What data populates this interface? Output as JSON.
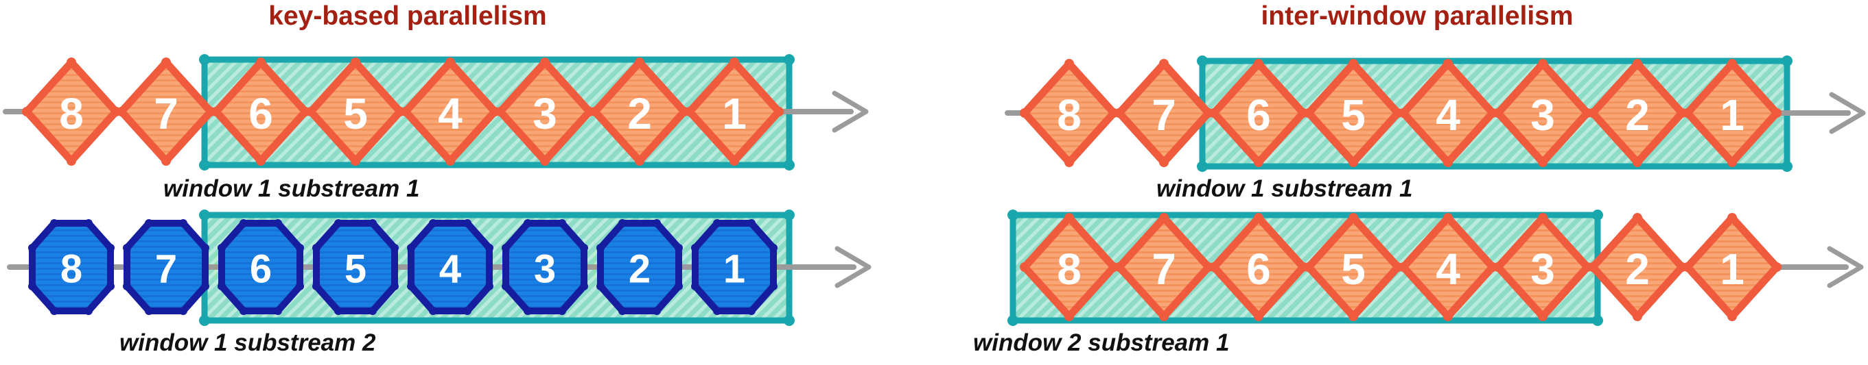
{
  "panels": [
    {
      "title": "key-based parallelism",
      "rows": [
        {
          "shape": "diamond",
          "items": [
            "8",
            "7",
            "6",
            "5",
            "4",
            "3",
            "2",
            "1"
          ],
          "window": {
            "from_item": "6",
            "to_item": "1"
          },
          "label": "window 1 substream 1"
        },
        {
          "shape": "octagon",
          "items": [
            "8",
            "7",
            "6",
            "5",
            "4",
            "3",
            "2",
            "1"
          ],
          "window": {
            "from_item": "6",
            "to_item": "1"
          },
          "label": "window 1 substream 2"
        }
      ]
    },
    {
      "title": "inter-window parallelism",
      "rows": [
        {
          "shape": "diamond",
          "items": [
            "8",
            "7",
            "6",
            "5",
            "4",
            "3",
            "2",
            "1"
          ],
          "window": {
            "from_item": "6",
            "to_item": "1"
          },
          "label": "window 1 substream 1"
        },
        {
          "shape": "diamond",
          "items": [
            "8",
            "7",
            "6",
            "5",
            "4",
            "3",
            "2",
            "1"
          ],
          "window": {
            "from_item": "8",
            "to_item": "3"
          },
          "label": "window 2 substream 1"
        }
      ]
    }
  ],
  "colors": {
    "title": "#a32012",
    "label": "#111111",
    "diamond_border": "#f05b3e",
    "diamond_fill": "#f9a676",
    "diamond_stripe": "#f4945a",
    "octagon_border": "#161d9e",
    "octagon_fill": "#1b80e3",
    "octagon_stripe": "#1472d8",
    "window_border": "#19a7ad",
    "window_fill": "#8edcc8",
    "window_stripe": "#b9ecdd",
    "stream_gray": "#9b9b9b",
    "number_text": "#ffffff"
  }
}
